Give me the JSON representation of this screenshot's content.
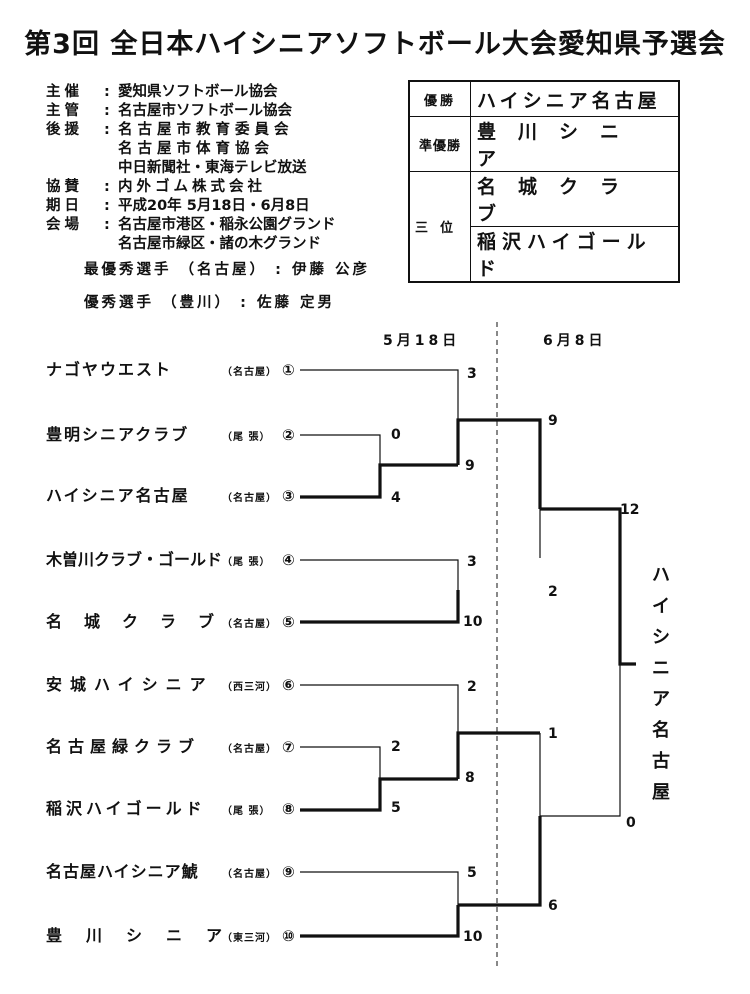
{
  "title": "第3回 全日本ハイシニアソフトボール大会愛知県予選会",
  "organization": [
    {
      "key": "主催",
      "value": "愛知県ソフトボール協会"
    },
    {
      "key": "主管",
      "value": "名古屋市ソフトボール協会"
    },
    {
      "key": "後援",
      "value": "名古屋市教育委員会"
    },
    {
      "key": "",
      "value": "名古屋市体育協会"
    },
    {
      "key": "",
      "value": "中日新聞社・東海テレビ放送"
    },
    {
      "key": "協賛",
      "value": "内外ゴム株式会社"
    },
    {
      "key": "期日",
      "value": "平成20年 5月18日・6月8日"
    },
    {
      "key": "会場",
      "value": "名古屋市港区・稲永公園グランド"
    },
    {
      "key": "",
      "value": "名古屋市緑区・諸の木グランド"
    }
  ],
  "awards": {
    "mvp": {
      "label": "最優秀選手",
      "team": "（名古屋）",
      "name": "伊藤 公彦"
    },
    "outstanding": {
      "label": "優秀選手",
      "team": "（豊川）",
      "name": "佐藤 定男"
    }
  },
  "results": {
    "first": {
      "label": "優勝",
      "team": "ハイシニア名古屋"
    },
    "second": {
      "label": "準優勝",
      "team": "豊川シニア"
    },
    "third_label": "三位",
    "third": [
      "名城クラブ",
      "稲沢ハイゴールド"
    ]
  },
  "rounds": [
    "5月18日",
    "6月8日"
  ],
  "teams": [
    {
      "name": "ナゴヤウエスト",
      "region": "（名古屋）",
      "seed": "①"
    },
    {
      "name": "豊明シニアクラブ",
      "region": "（尾 張）",
      "seed": "②"
    },
    {
      "name": "ハイシニア名古屋",
      "region": "（名古屋）",
      "seed": "③"
    },
    {
      "name": "木曽川クラブ・ゴールド",
      "region": "（尾 張）",
      "seed": "④"
    },
    {
      "name": "名城クラブ",
      "region": "（名古屋）",
      "seed": "⑤"
    },
    {
      "name": "安城ハイシニア",
      "region": "（西三河）",
      "seed": "⑥"
    },
    {
      "name": "名古屋緑クラブ",
      "region": "（名古屋）",
      "seed": "⑦"
    },
    {
      "name": "稲沢ハイゴールド",
      "region": "（尾 張）",
      "seed": "⑧"
    },
    {
      "name": "名古屋ハイシニア鯱",
      "region": "（名古屋）",
      "seed": "⑨"
    },
    {
      "name": "豊川シニア",
      "region": "（東三河）",
      "seed": "⑩"
    }
  ],
  "scores": {
    "r1_m1": [
      "0",
      "4"
    ],
    "r1_m2": [
      "2",
      "5"
    ],
    "r2_m1": [
      "3",
      "9"
    ],
    "r2_m2": [
      "3",
      "10"
    ],
    "r2_m3": [
      "2",
      "8"
    ],
    "r2_m4": [
      "5",
      "10"
    ],
    "sf1": [
      "9",
      "2"
    ],
    "sf2": [
      "1",
      "6"
    ],
    "final": [
      "12",
      "0"
    ]
  },
  "champion": [
    "ハ",
    "イ",
    "シ",
    "ニ",
    "ア",
    "名",
    "古",
    "屋"
  ]
}
